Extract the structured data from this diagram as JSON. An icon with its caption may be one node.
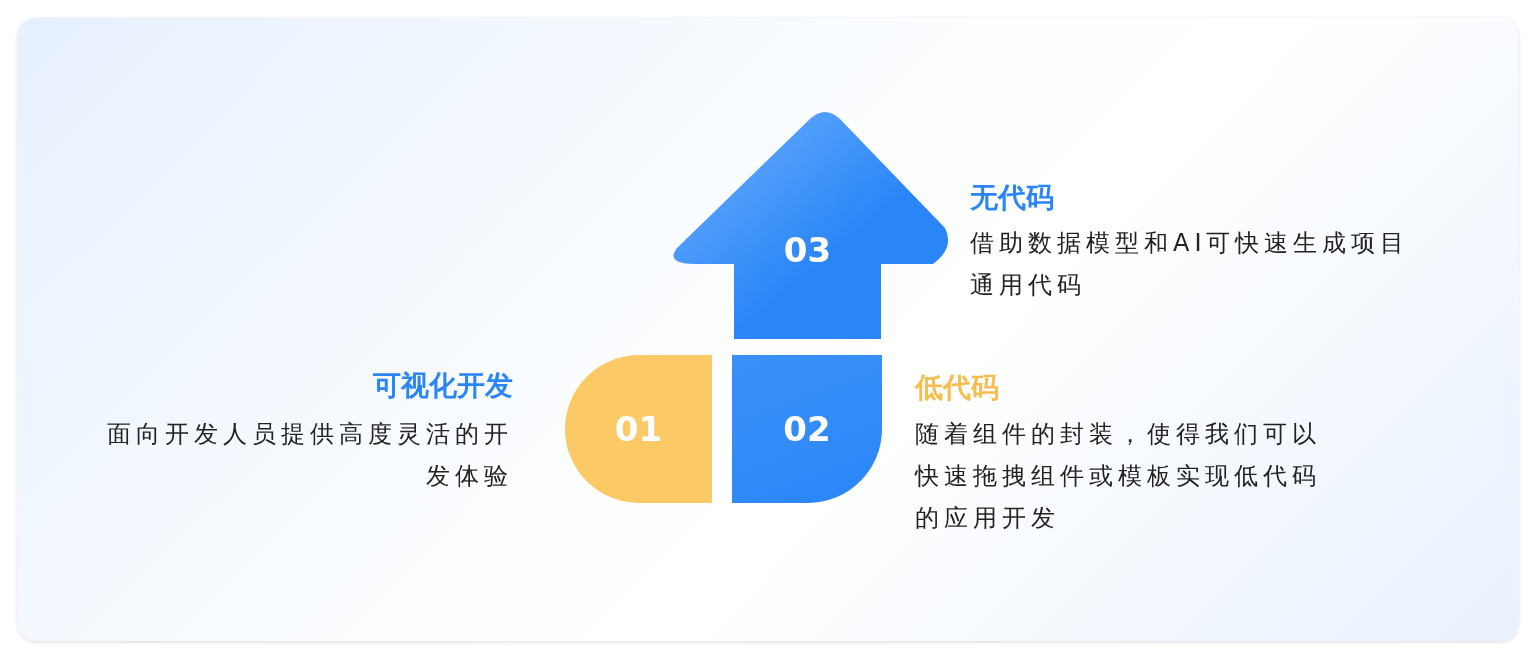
{
  "diagram": {
    "nodes": [
      {
        "text": [
          "01"
        ],
        "beside": [
          "可视化开发",
          "面向开发人员提供高度灵活的开发体验"
        ]
      },
      {
        "text": [
          "02"
        ],
        "beside": [
          "低代码",
          "随着组件的封装，使得我们可以快速拖拽组件或模板实现低代码的应用开发"
        ]
      },
      {
        "text": [
          "03"
        ],
        "beside": [
          "无代码",
          "借助数据模型和AI可快速生成项目通用代码"
        ]
      }
    ]
  }
}
